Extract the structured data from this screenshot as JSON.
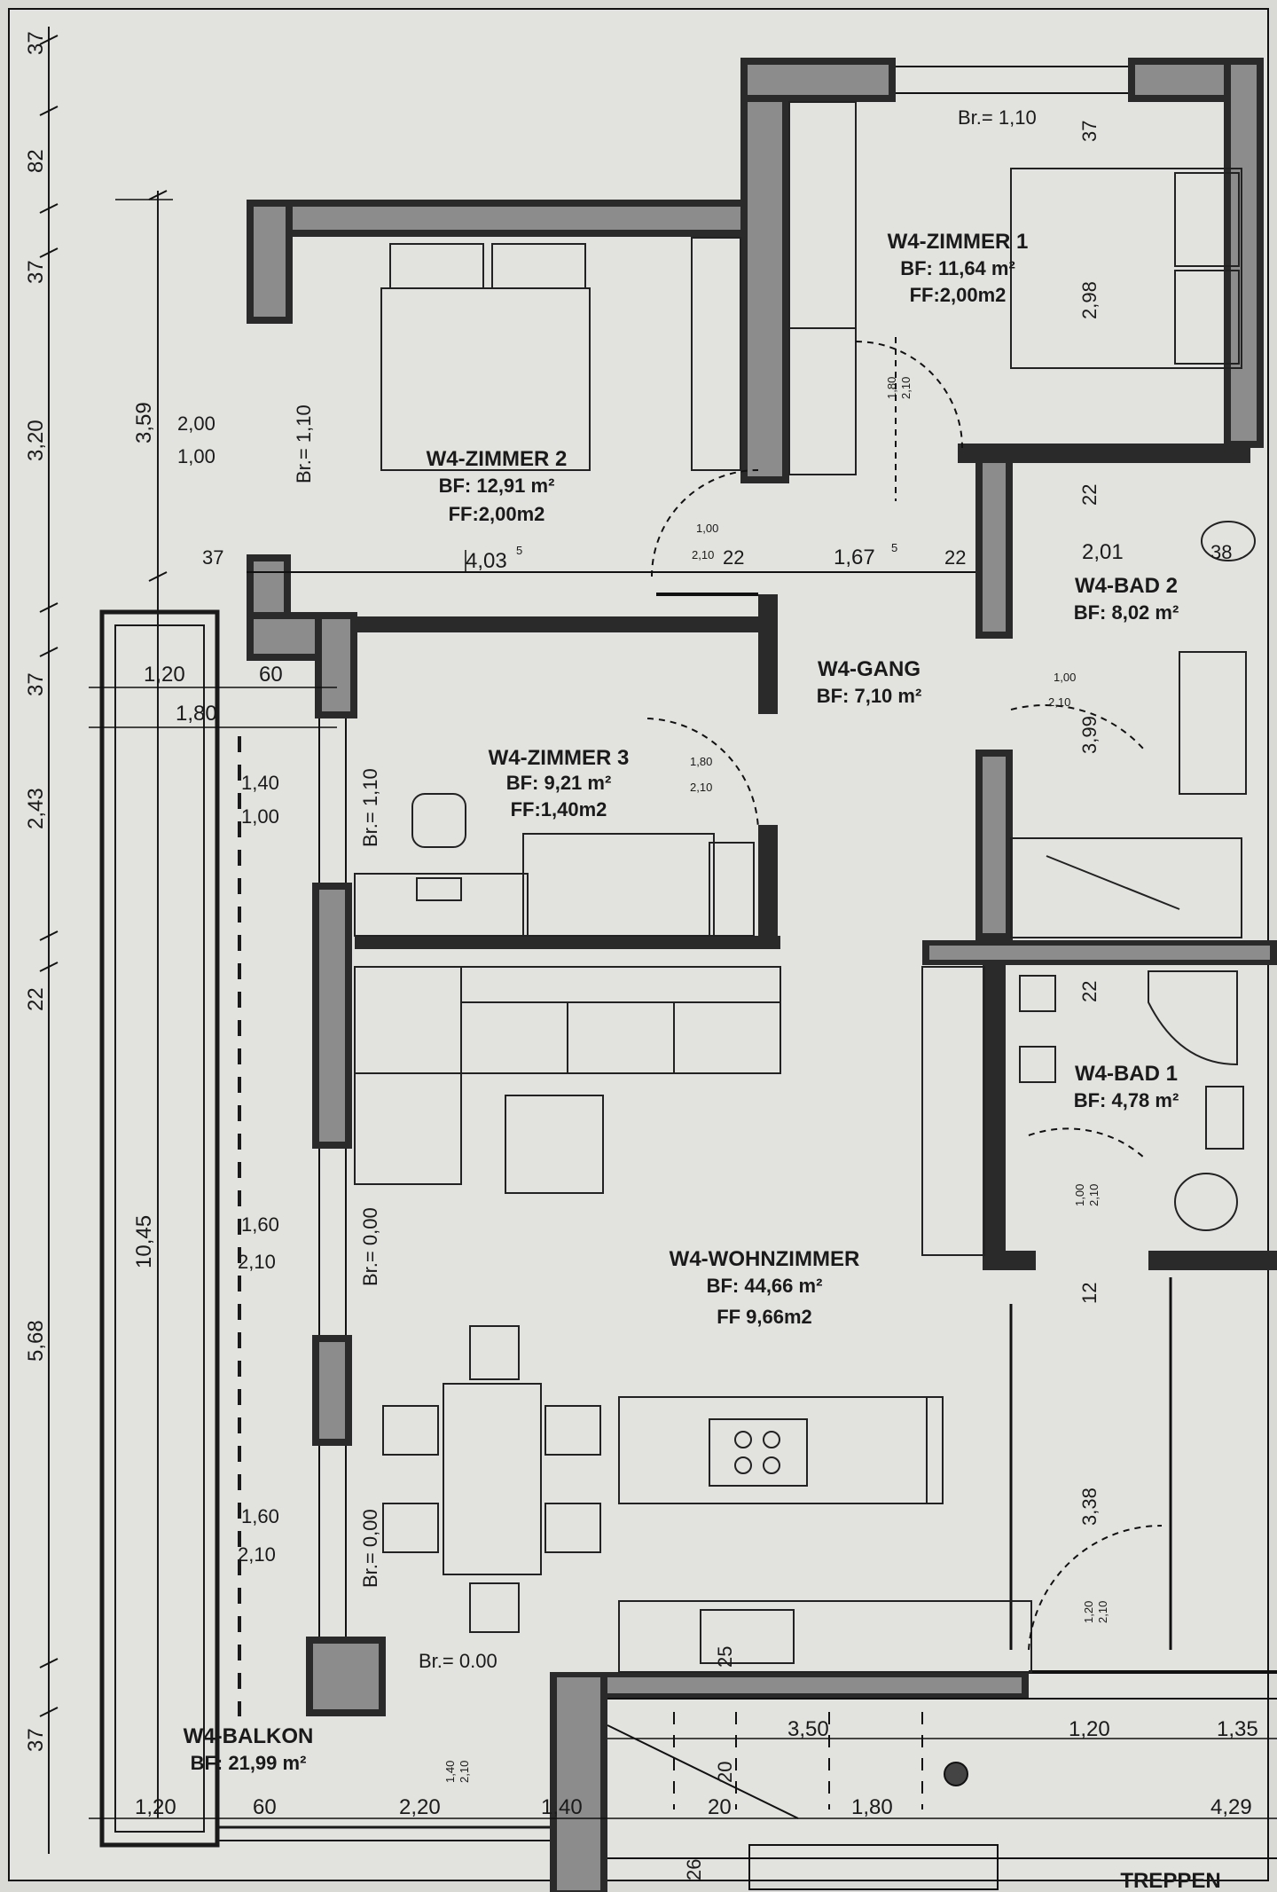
{
  "rooms": {
    "zimmer1": {
      "name": "W4-ZIMMER 1",
      "bf": "BF: 11,64 m²",
      "ff": "FF:2,00m2"
    },
    "zimmer2": {
      "name": "W4-ZIMMER 2",
      "bf": "BF: 12,91 m²",
      "ff": "FF:2,00m2"
    },
    "zimmer3": {
      "name": "W4-ZIMMER 3",
      "bf": "BF: 9,21 m²",
      "ff": "FF:1,40m2"
    },
    "gang": {
      "name": "W4-GANG",
      "bf": "BF: 7,10 m²"
    },
    "bad2": {
      "name": "W4-BAD 2",
      "bf": "BF: 8,02 m²"
    },
    "bad1": {
      "name": "W4-BAD 1",
      "bf": "BF: 4,78 m²"
    },
    "wohnzimmer": {
      "name": "W4-WOHNZIMMER",
      "bf": "BF: 44,66 m²",
      "ff": "FF 9,66m2"
    },
    "balkon": {
      "name": "W4-BALKON",
      "bf": "BF: 21,99 m²"
    },
    "treppe": {
      "name": "TREPPEN"
    }
  },
  "left_dims": [
    "37",
    "82",
    "37",
    "3,20",
    "37",
    "2,43",
    "22",
    "5,68",
    "37"
  ],
  "inner_dims": {
    "d359": "3,59",
    "d1045": "10,45"
  },
  "dims": {
    "br110_top": "Br.= 1,10",
    "r37_top": "37",
    "z1_height": "2,98",
    "d403": "4,03",
    "d403_sup": "5",
    "d22a": "22",
    "d167": "1,67",
    "d167_sup": "5",
    "d22b": "22",
    "d201": "2,01",
    "d38": "38",
    "d22_bad2": "22",
    "d299": "3,99",
    "d22_bad1": "22",
    "d12": "12",
    "d338": "3,38",
    "d37_left": "37",
    "d120a": "1,20",
    "d60a": "60",
    "d180a": "1,80",
    "win2a": "2,00",
    "win2b": "1,00",
    "brz2": "Br.= 1,10",
    "win3a": "1,40",
    "win3b": "1,00",
    "brz3": "Br.= 1,10",
    "win_w1a": "1,60",
    "win_w1b": "2,10",
    "brw1": "Br.= 0,00",
    "win_w2a": "1,60",
    "win_w2b": "2,10",
    "brw2": "Br.= 0,00",
    "brw3": "Br.= 0.00",
    "bot_120": "1,20",
    "bot_60": "60",
    "bot_220": "2,20",
    "bot_140": "1,40",
    "bot_20": "20",
    "bot_180": "1,80",
    "bot_429": "4,29",
    "r_350": "3,50",
    "r_120": "1,20",
    "r_135": "1,35",
    "stair_20": "20",
    "stair_25": "25",
    "d26": "26"
  },
  "door_labels": {
    "z1a": "1,80",
    "z1b": "2,10",
    "z2a": "1,00",
    "z2b": "2,10",
    "z3a": "1,80",
    "z3b": "2,10",
    "bad2a": "1,00",
    "bad2b": "2,10",
    "bad1a": "1,00",
    "bad1b": "2,10",
    "kuea": "1,20",
    "kueb": "2,10",
    "balka": "1,40",
    "balkb": "2,10"
  }
}
